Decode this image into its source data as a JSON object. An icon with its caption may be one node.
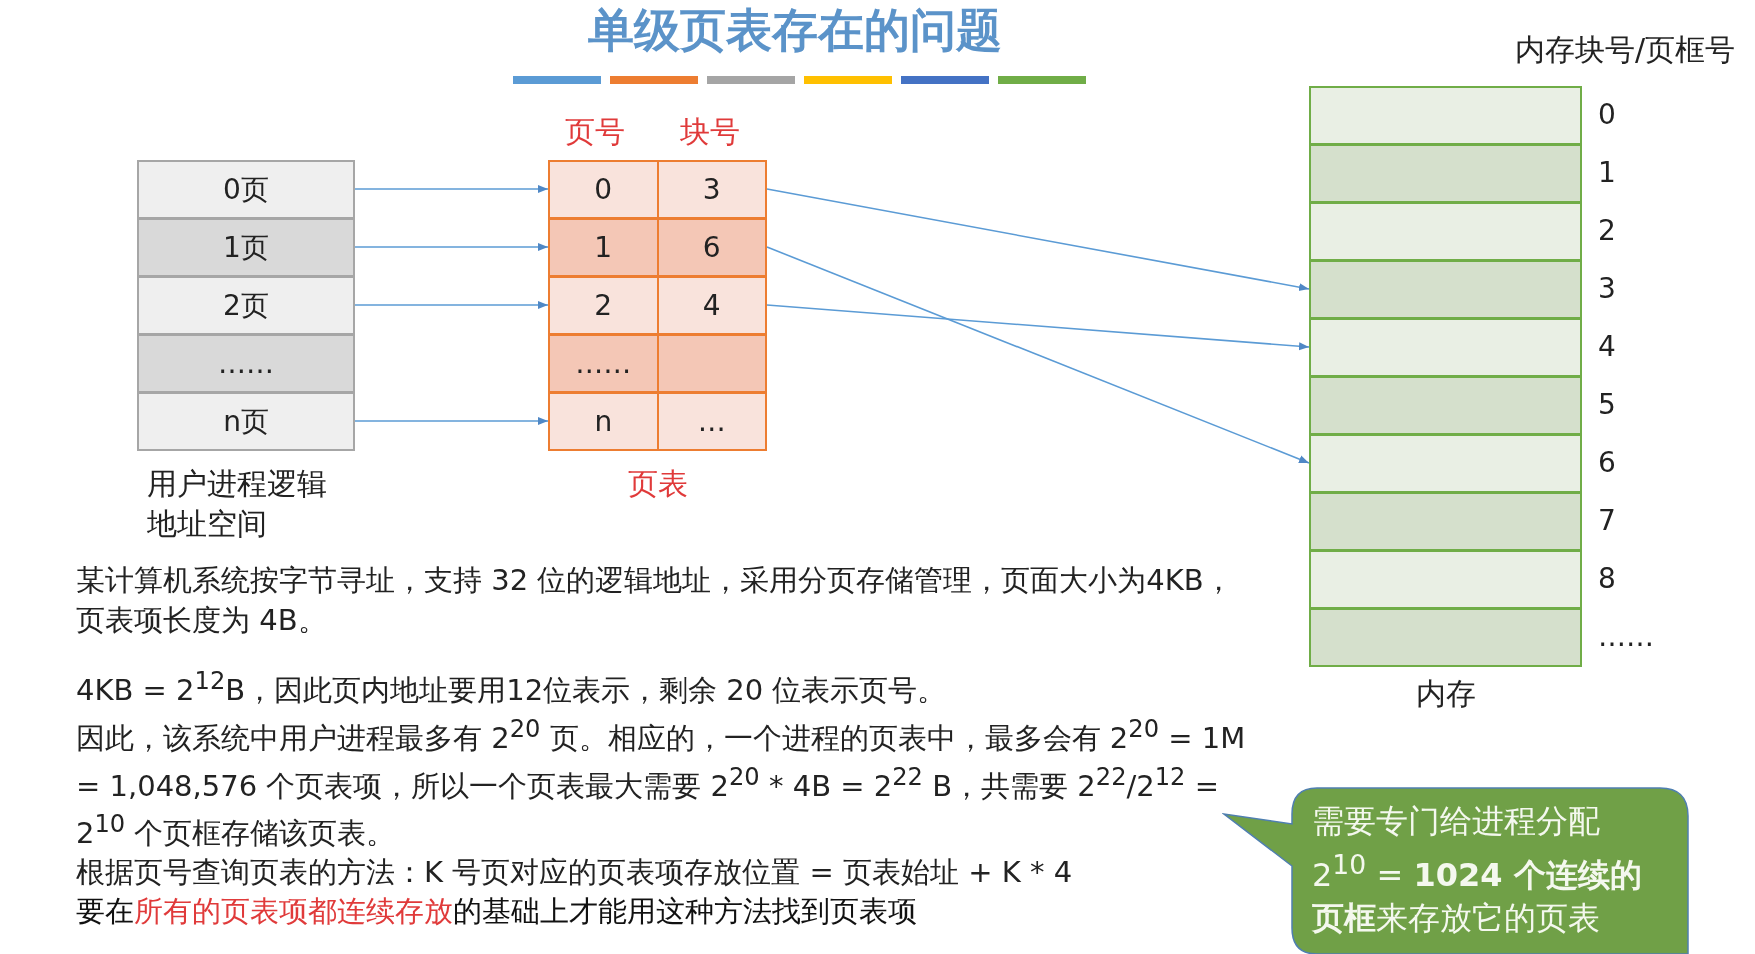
{
  "diagram": {
    "title": "单级页表存在的问题",
    "nodes": [
      {
        "text": [
          "用户进程逻辑地址空间"
        ]
      },
      {
        "text": [
          "0页"
        ],
        "in": 0
      },
      {
        "text": [
          "1页"
        ],
        "in": 0
      },
      {
        "text": [
          "2页"
        ],
        "in": 0
      },
      {
        "text": [
          "……"
        ],
        "in": 0
      },
      {
        "text": [
          "n页"
        ],
        "in": 0
      },
      {
        "text": [
          "页表"
        ]
      },
      {
        "text": [
          "0",
          "3"
        ],
        "in": 6
      },
      {
        "text": [
          "1",
          "6"
        ],
        "in": 6
      },
      {
        "text": [
          "2",
          "4"
        ],
        "in": 6
      },
      {
        "text": [
          "……"
        ],
        "in": 6
      },
      {
        "text": [
          "n",
          "…"
        ],
        "in": 6
      },
      {
        "text": [
          "内存"
        ]
      },
      {
        "text": [],
        "shape": "box",
        "in": 12
      },
      {
        "text": [],
        "shape": "box",
        "in": 12
      },
      {
        "text": [],
        "shape": "box",
        "in": 12
      },
      {
        "text": [],
        "shape": "box",
        "in": 12
      },
      {
        "text": [],
        "shape": "box",
        "in": 12
      },
      {
        "text": [],
        "shape": "box",
        "in": 12
      },
      {
        "text": [],
        "shape": "box",
        "in": 12
      },
      {
        "text": [],
        "shape": "box",
        "in": 12
      },
      {
        "text": [],
        "shape": "box",
        "in": 12
      },
      {
        "text": [],
        "shape": "box",
        "in": 12
      },
      {
        "text": [
          "需要专门给进程分配 2$^{10}$ = **1024 个连续的页框**来存放它的页表"
        ]
      }
    ],
    "edges": [
      {
        "from": 1,
        "to": 7,
        "arrow": "to"
      },
      {
        "from": 2,
        "to": 8,
        "arrow": "to"
      },
      {
        "from": 3,
        "to": 9,
        "arrow": "to"
      },
      {
        "from": 5,
        "to": 11,
        "arrow": "to"
      },
      {
        "from": 7,
        "to": 16,
        "arrow": "to"
      },
      {
        "from": 8,
        "to": 19,
        "arrow": "to"
      },
      {
        "from": 9,
        "to": 17,
        "arrow": "to"
      }
    ],
    "labels": [
      "内存块号/页框号",
      "页号",
      "块号",
      "0",
      "1",
      "2",
      "3",
      "4",
      "5",
      "6",
      "7",
      "8",
      "……",
      "某计算机系统按字节寻址，支持 32 位的逻辑地址，采用分页存储管理，页面大小为4KB，页表项长度为 4B。",
      "4KB = 2$^{12}$B，因此页内地址要用12位表示，剩余 20 位表示页号。",
      "因此，该系统中用户进程最多有 2$^{20}$ 页。相应的，一个进程的页表中，最多会有 2$^{20}$ = 1M = 1,048,576 个页表项，所以一个页表最大需要  2$^{20}$ * 4B = 2$^{22}$ B，共需要 2$^{22}$/2$^{12}$ = 2$^{10}$ 个页框存储该页表。",
      "根据页号查询页表的方法：K 号页对应的页表项存放位置 = 页表始址 + K * 4",
      "要在",
      "所有的页表项都连续存放",
      "的基础上才能用这种方法找到页表项"
    ]
  }
}
